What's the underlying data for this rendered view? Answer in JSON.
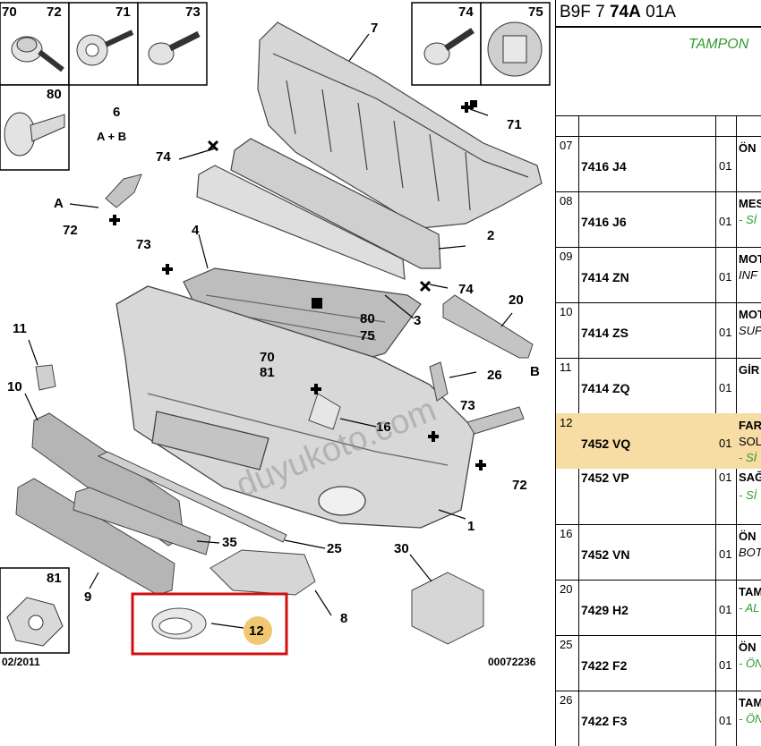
{
  "diagram": {
    "callouts": {
      "c1": "1",
      "c2": "2",
      "c3": "3",
      "c4": "4",
      "c6": "6",
      "c6sub": "A + B",
      "c7": "7",
      "c8": "8",
      "c9": "9",
      "c10": "10",
      "c11": "11",
      "c12": "12",
      "c16": "16",
      "c20": "20",
      "c25": "25",
      "c26": "26",
      "c30": "30",
      "c35": "35",
      "c70a": "70",
      "c71a": "71",
      "c72a": "72",
      "c72b": "72",
      "c73a": "73",
      "c73b": "73",
      "c74a": "74",
      "c74b": "74",
      "c75": "75",
      "c80": "80",
      "c81": "81",
      "c70b": "70",
      "c81b": "81",
      "cA": "A",
      "cB": "B"
    },
    "fastener_box": {
      "n70": "70",
      "n72": "72",
      "n71": "71",
      "n73": "73",
      "n74": "74",
      "n75": "75",
      "n80": "80",
      "n81": "81"
    },
    "date_code": "02/2011",
    "ref_code": "00072236",
    "watermark": "duyukoto.com"
  },
  "sheet": {
    "header_prefix": "B9F 7",
    "header_bold": "74A",
    "header_suffix": "01A",
    "title": "TAMPON",
    "rows": [
      {
        "idx": "07",
        "code": "7416 J4",
        "qty": "01",
        "l1": "ÖN",
        "l2": ""
      },
      {
        "idx": "08",
        "code": "7416 J6",
        "qty": "01",
        "l1": "MES",
        "l2": "- Sİ"
      },
      {
        "idx": "09",
        "code": "7414 ZN",
        "qty": "01",
        "l1": "MOT",
        "l2": "INF"
      },
      {
        "idx": "10",
        "code": "7414 ZS",
        "qty": "01",
        "l1": "MOT",
        "l2": "SUP"
      },
      {
        "idx": "11",
        "code": "7414 ZQ",
        "qty": "01",
        "l1": "GİR",
        "l2": ""
      },
      {
        "idx": "12",
        "code": "7452 VQ",
        "qty": "01",
        "l1": "FAR",
        "l2": "SOL",
        "l3": "- Sİ",
        "code2": "7452 VP",
        "qty2": "01",
        "m1": "SAĞ",
        "m2": "- Sİ"
      },
      {
        "idx": "16",
        "code": "7452 VN",
        "qty": "01",
        "l1": "ÖN",
        "l2": "BOT"
      },
      {
        "idx": "20",
        "code": "7429 H2",
        "qty": "01",
        "l1": "TAM",
        "l2": "- AL"
      },
      {
        "idx": "25",
        "code": "7422 F2",
        "qty": "01",
        "l1": "ÖN",
        "l2": "- ÖN"
      },
      {
        "idx": "26",
        "code": "7422 F3",
        "qty": "01",
        "l1": "TAM",
        "l2": "- ÖN"
      }
    ]
  }
}
